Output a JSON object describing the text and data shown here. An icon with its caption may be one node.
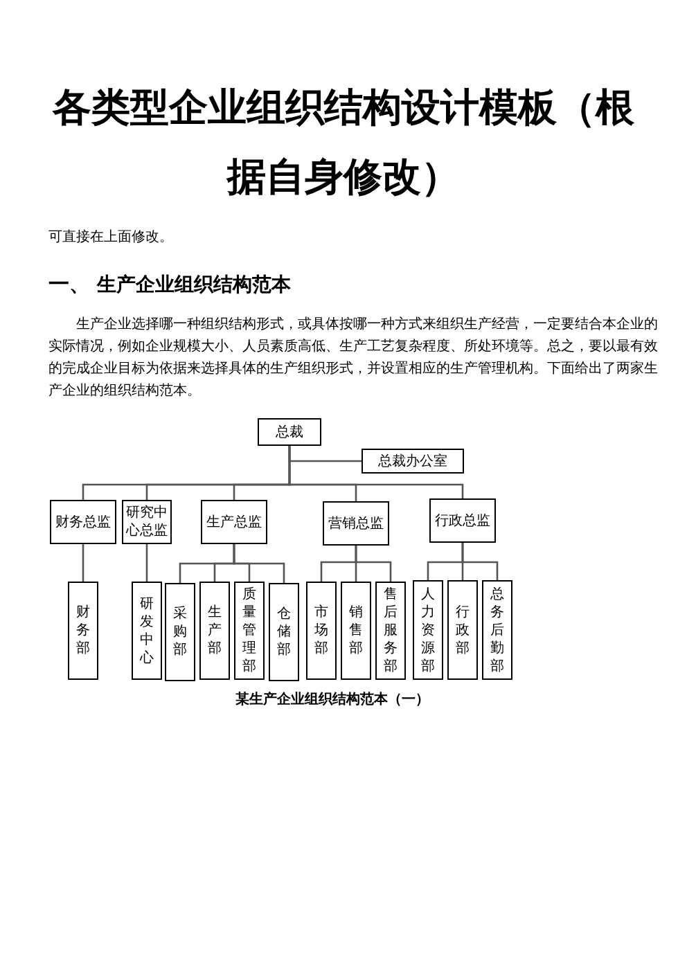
{
  "diagram": {
    "title": "各类型企业组织结构设计模板（根据自身修改）",
    "caption": "某生产企业组织结构范本（一）",
    "nodes": [
      {
        "text": [
          "总裁"
        ]
      },
      {
        "text": [
          "总裁办公室"
        ]
      },
      {
        "text": [
          "财务总监"
        ]
      },
      {
        "text": [
          "研究中心总监"
        ]
      },
      {
        "text": [
          "生产总监"
        ]
      },
      {
        "text": [
          "营销总监"
        ]
      },
      {
        "text": [
          "行政总监"
        ]
      },
      {
        "text": [
          "财务部"
        ]
      },
      {
        "text": [
          "研发中心"
        ]
      },
      {
        "text": [
          "采购部"
        ]
      },
      {
        "text": [
          "生产部"
        ]
      },
      {
        "text": [
          "质量管理部"
        ]
      },
      {
        "text": [
          "仓储部"
        ]
      },
      {
        "text": [
          "市场部"
        ]
      },
      {
        "text": [
          "销售部"
        ]
      },
      {
        "text": [
          "售后服务部"
        ]
      },
      {
        "text": [
          "人力资源部"
        ]
      },
      {
        "text": [
          "行政部"
        ]
      },
      {
        "text": [
          "总务后勤部"
        ]
      }
    ],
    "edges": [
      {
        "from": 0,
        "to": 1,
        "arrow": "none"
      },
      {
        "from": 0,
        "to": 2,
        "arrow": "none"
      },
      {
        "from": 0,
        "to": 3,
        "arrow": "none"
      },
      {
        "from": 0,
        "to": 4,
        "arrow": "none"
      },
      {
        "from": 0,
        "to": 5,
        "arrow": "none"
      },
      {
        "from": 0,
        "to": 6,
        "arrow": "none"
      },
      {
        "from": 2,
        "to": 7,
        "arrow": "none"
      },
      {
        "from": 3,
        "to": 8,
        "arrow": "none"
      },
      {
        "from": 4,
        "to": 9,
        "arrow": "none"
      },
      {
        "from": 4,
        "to": 10,
        "arrow": "none"
      },
      {
        "from": 4,
        "to": 11,
        "arrow": "none"
      },
      {
        "from": 4,
        "to": 12,
        "arrow": "none"
      },
      {
        "from": 5,
        "to": 13,
        "arrow": "none"
      },
      {
        "from": 5,
        "to": 14,
        "arrow": "none"
      },
      {
        "from": 5,
        "to": 15,
        "arrow": "none"
      },
      {
        "from": 6,
        "to": 16,
        "arrow": "none"
      },
      {
        "from": 6,
        "to": 17,
        "arrow": "none"
      },
      {
        "from": 6,
        "to": 18,
        "arrow": "none"
      }
    ],
    "labels": [
      "可直接在上面修改。",
      "一、",
      "生产企业组织结构范本",
      "生产企业选择哪一种组织结构形式，或具体按哪一种方式来组织生产经营，一定要结合本企业的实际情况，例如企业规模大小、人员素质高低、生产工艺复杂程度、所处环境等。总之，要以最有效的完成企业目标为依据来选择具体的生产组织形式，并设置相应的生产管理机构。下面给出了两家生产企业的组织结构范本。"
    ]
  }
}
